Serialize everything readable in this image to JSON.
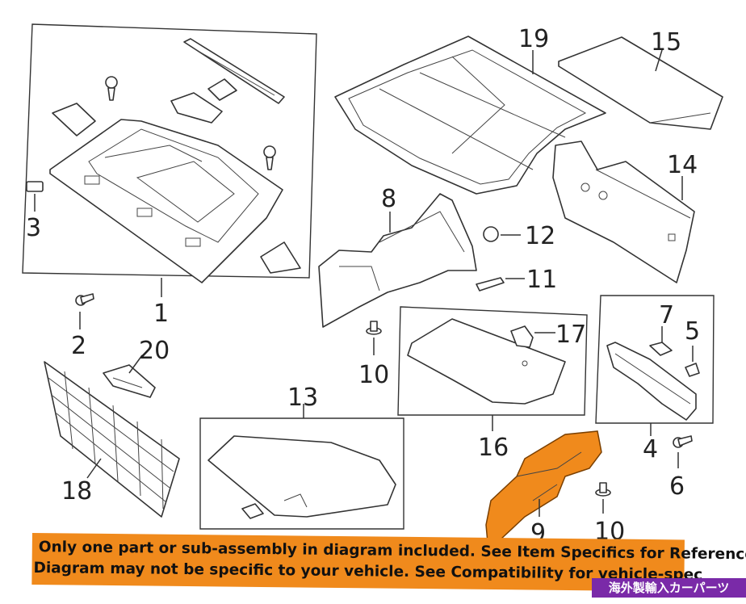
{
  "callouts": {
    "n1": "1",
    "n2": "2",
    "n3": "3",
    "n4": "4",
    "n5": "5",
    "n6": "6",
    "n7": "7",
    "n8": "8",
    "n9": "9",
    "n10a": "10",
    "n10b": "10",
    "n11": "11",
    "n12": "12",
    "n13": "13",
    "n14": "14",
    "n15": "15",
    "n16": "16",
    "n17": "17",
    "n18": "18",
    "n19": "19",
    "n20": "20"
  },
  "highlight_color": "#f08a1c",
  "banner": {
    "line1": "Only one part or sub-assembly in diagram included. See Item Specifics for Reference #.",
    "line2": "Diagram may not be specific to your vehicle. See Compatibility for vehicle-spec"
  },
  "watermark": "海外製輸入カーパーツ"
}
